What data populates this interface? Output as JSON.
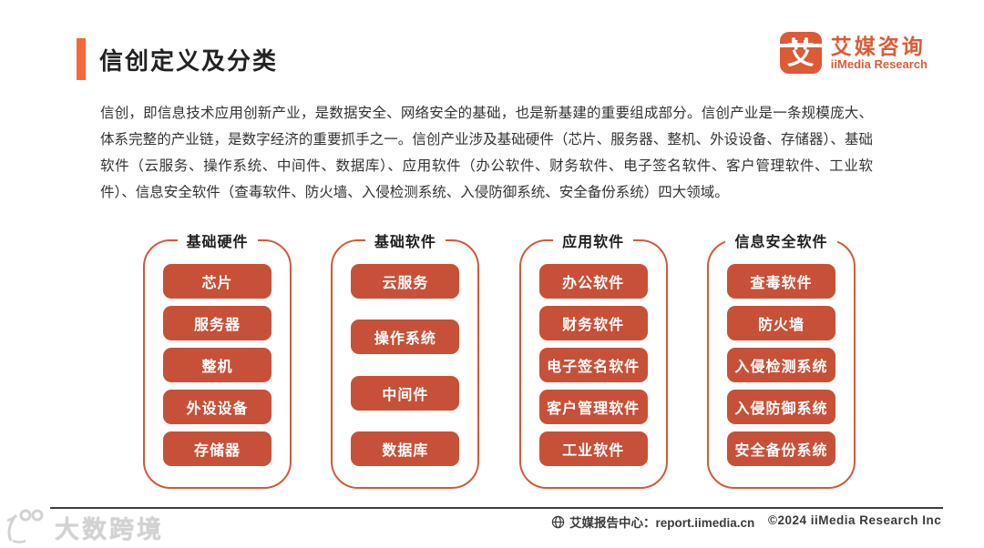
{
  "page": {
    "title": "信创定义及分类"
  },
  "brand": {
    "logo_glyph": "艾",
    "name_cn": "艾媒咨询",
    "name_en": "iiMedia Research"
  },
  "intro": {
    "text": "信创，即信息技术应用创新产业，是数据安全、网络安全的基础，也是新基建的重要组成部分。信创产业是一条规模庞大、体系完整的产业链，是数字经济的重要抓手之一。信创产业涉及基础硬件（芯片、服务器、整机、外设设备、存储器）、基础软件（云服务、操作系统、中间件、数据库）、应用软件（办公软件、财务软件、电子签名软件、客户管理软件、工业软件）、信息安全软件（查毒软件、防火墙、入侵检测系统、入侵防御系统、安全备份系统）四大领域。"
  },
  "categories": [
    {
      "label": "基础硬件",
      "items": [
        "芯片",
        "服务器",
        "整机",
        "外设设备",
        "存储器"
      ]
    },
    {
      "label": "基础软件",
      "items": [
        "云服务",
        "操作系统",
        "中间件",
        "数据库"
      ]
    },
    {
      "label": "应用软件",
      "items": [
        "办公软件",
        "财务软件",
        "电子签名软件",
        "客户管理软件",
        "工业软件"
      ]
    },
    {
      "label": "信息安全软件",
      "items": [
        "查毒软件",
        "防火墙",
        "入侵检测系统",
        "入侵防御系统",
        "安全备份系统"
      ]
    }
  ],
  "footer": {
    "report_center": "艾媒报告中心：report.iimedia.cn",
    "copyright": "©2024  iiMedia Research Inc"
  },
  "watermark": {
    "text": "大数跨境"
  },
  "colors": {
    "title_bar": "#f5683c",
    "brand": "#dc5b36",
    "button_fill": "#c75138",
    "container_border": "#d25a3b"
  }
}
